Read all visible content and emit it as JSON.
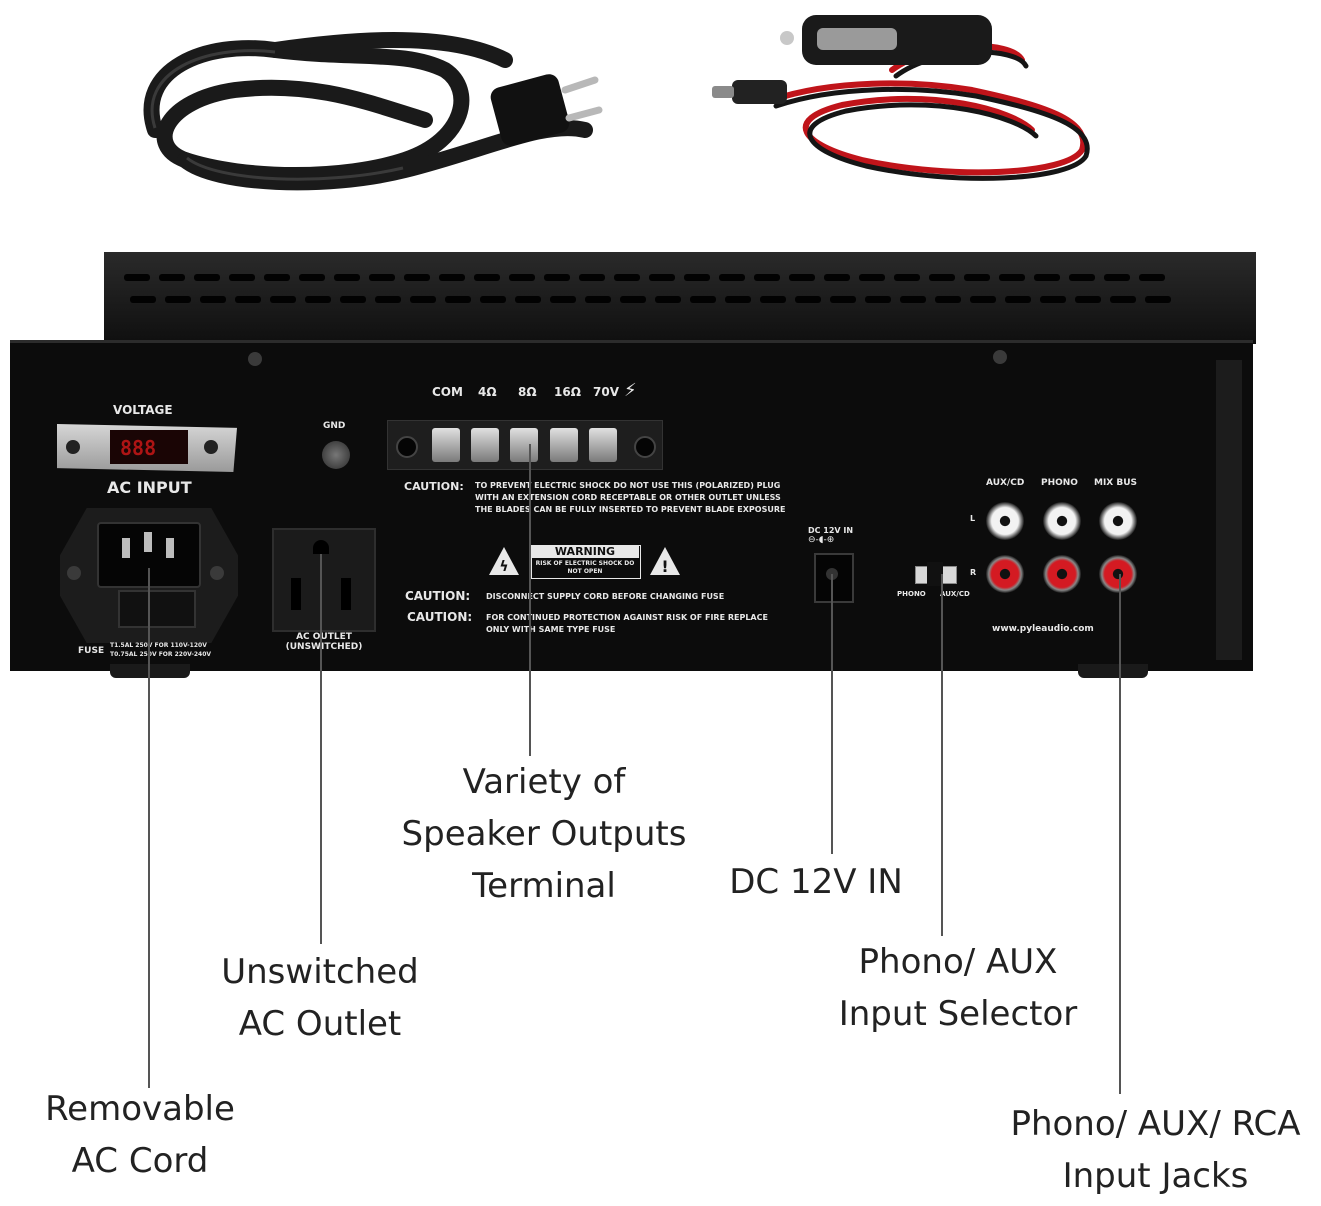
{
  "panel": {
    "voltage_label": "VOLTAGE",
    "ac_input_label": "AC INPUT",
    "gnd_label": "GND",
    "terminals": [
      "COM",
      "4Ω",
      "8Ω",
      "16Ω",
      "70V"
    ],
    "caution_shock_label": "CAUTION:",
    "caution_shock_text": "TO PREVENT ELECTRIC SHOCK DO NOT USE THIS (POLARIZED) PLUG WITH AN EXTENSION CORD RECEPTABLE OR OTHER OUTLET UNLESS THE BLADES CAN BE FULLY INSERTED TO PREVENT BLADE EXPOSURE",
    "warning_title": "WARNING",
    "warning_text": "RISK OF ELECTRIC SHOCK DO NOT OPEN",
    "caution_fuse_label": "CAUTION:",
    "caution_fuse_text": "DISCONNECT SUPPLY CORD BEFORE CHANGING FUSE",
    "caution_fire_label": "CAUTION:",
    "caution_fire_text": "FOR CONTINUED PROTECTION AGAINST RISK OF FIRE REPLACE ONLY WITH SAME TYPE FUSE",
    "fuse_label": "FUSE",
    "fuse_text": "T1.5AL 250V FOR 110V-120V T0.75AL 250V FOR 220V-240V",
    "ac_outlet_label": "AC OUTLET (UNSWITCHED)",
    "dc_label": "DC 12V IN",
    "selector_left": "PHONO",
    "selector_right": "AUX/CD",
    "jack_headers": [
      "AUX/CD",
      "PHONO",
      "MIX BUS"
    ],
    "jack_left": "L",
    "jack_right": "R",
    "website": "www.pyleaudio.com"
  },
  "callouts": {
    "speaker_outputs": "Variety of Speaker Outputs Terminal",
    "dc_in": "DC 12V IN",
    "unswitched_outlet": "Unswitched AC Outlet",
    "input_selector": "Phono/ AUX Input Selector",
    "ac_cord": "Removable AC Cord",
    "input_jacks": "Phono/ AUX/ RCA Input Jacks"
  },
  "colors": {
    "chassis": "#141414",
    "panel": "#0d0d0d",
    "cable_red": "#c0141a",
    "led_red": "#e01a1a"
  }
}
